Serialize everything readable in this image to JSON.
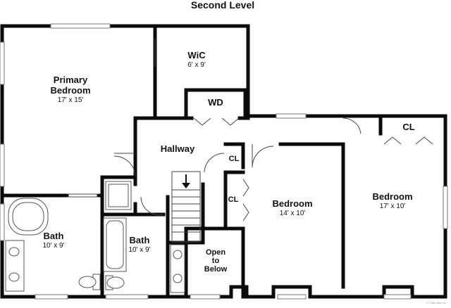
{
  "title": "Second Level",
  "rooms": {
    "primary_bedroom": {
      "name_line1": "Primary",
      "name_line2": "Bedroom",
      "dims": "17' x 15'"
    },
    "wic": {
      "name": "WiC",
      "dims": "6' x 9'"
    },
    "wd": {
      "name": "WD"
    },
    "hallway": {
      "name": "Hallway"
    },
    "cl_hall": {
      "name": "CL"
    },
    "cl_mid": {
      "name": "CL"
    },
    "cl_right": {
      "name": "CL"
    },
    "bath_left": {
      "name": "Bath",
      "dims": "10' x 9'"
    },
    "bath_mid": {
      "name": "Bath",
      "dims": "10' x 9'"
    },
    "open_below": {
      "line1": "Open",
      "line2": "to",
      "line3": "Below"
    },
    "bedroom_mid": {
      "name": "Bedroom",
      "dims": "14' x 10'"
    },
    "bedroom_right": {
      "name": "Bedroom",
      "dims": "17' x 10'"
    }
  },
  "watermark": "© CubiCasa Inc."
}
